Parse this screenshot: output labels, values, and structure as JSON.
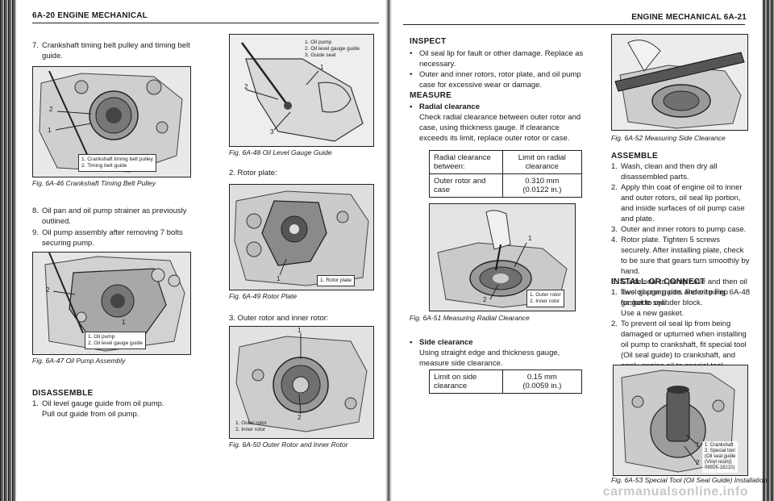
{
  "left_header": "6A-20 ENGINE MECHANICAL",
  "right_header": "ENGINE MECHANICAL 6A-21",
  "step7": {
    "num": "7.",
    "text": "Crankshaft timing belt pulley and timing belt guide."
  },
  "fig46": {
    "caption": "Fig. 6A-46 Crankshaft Timing Belt Pulley",
    "legend": [
      "1. Crankshaft timing belt pulley",
      "2. Timing belt guide"
    ],
    "labels": [
      "1",
      "2"
    ]
  },
  "step8": {
    "num": "8.",
    "text": "Oil pan and oil pump strainer as previously outlined."
  },
  "step9": {
    "num": "9.",
    "text": "Oil pump assembly after removing 7 bolts securing pump."
  },
  "fig47": {
    "caption": "Fig. 6A-47 Oil Pump Assembly",
    "legend": [
      "1. Oil pump",
      "2. Oil level gauge guide"
    ],
    "labels": [
      "1",
      "2"
    ]
  },
  "disassembly": {
    "heading": "DISASSEMBLE",
    "num": "1.",
    "text": "Oil level gauge guide from oil pump.",
    "note": "Pull out guide from oil pump."
  },
  "fig48": {
    "caption": "Fig. 6A-48 Oil Level Gauge Guide",
    "legend": [
      "1. Oil pump",
      "2. Oil level gauge guide",
      "3. Guide seal"
    ],
    "labels": [
      "1",
      "2",
      "3"
    ]
  },
  "step_rotor_plate": "2. Rotor plate:",
  "fig49": {
    "caption": "Fig. 6A-49 Rotor Plate",
    "legend": [
      "1. Rotor plate"
    ],
    "labels": [
      "1"
    ]
  },
  "step_outer_inner": "3. Outer rotor and inner rotor:",
  "fig50": {
    "caption": "Fig. 6A-50 Outer Rotor and Inner Rotor",
    "legend": [
      "1. Outer rotor",
      "2. Inner rotor"
    ],
    "labels": [
      "1",
      "2"
    ]
  },
  "inspect": {
    "heading": "INSPECT",
    "bullets": [
      "Oil seal lip for fault or other damage. Replace as necessary.",
      "Outer and inner rotors, rotor plate, and oil pump case for excessive wear or damage."
    ]
  },
  "measure": {
    "heading": "MEASURE",
    "radial_title": "Radial clearance",
    "radial_text": "Check radial clearance between outer rotor and case, using thickness gauge. If clearance exceeds its limit, replace outer rotor or case.",
    "table1": {
      "h1": "Radial clearance between:",
      "h2": "Limit on radial clearance",
      "r1": "Outer rotor and case",
      "r2a": "0.310 mm",
      "r2b": "(0.0122 in.)"
    },
    "side_title": "Side clearance",
    "side_text": "Using straight edge and thickness gauge, measure side clearance.",
    "table2": {
      "c1": "Limit on side clearance",
      "c2a": "0.15 mm",
      "c2b": "(0.0059 in.)"
    }
  },
  "fig51": {
    "caption": "Fig. 6A-51 Measuring Radial Clearance",
    "legend": [
      "1. Outer rotor",
      "2. Inner rotor"
    ],
    "labels": [
      "1",
      "2"
    ]
  },
  "fig52": {
    "caption": "Fig. 6A-52 Measuring Side Clearance"
  },
  "assemble": {
    "heading": "ASSEMBLE",
    "steps": [
      {
        "num": "1.",
        "text": "Wash, clean and then dry all disassembled parts."
      },
      {
        "num": "2.",
        "text": "Apply thin coat of engine oil to inner and outer rotors, oil seal lip portion, and inside surfaces of oil pump case and plate."
      },
      {
        "num": "3.",
        "text": "Outer and inner rotors to pump case."
      },
      {
        "num": "4.",
        "text": "Rotor plate. Tighten 5 screws securely. After installing plate, check to be sure that gears turn smoothly by hand."
      },
      {
        "num": "5.",
        "text": "Guide seal to pump case and then oil level gauge guide. Refer to Fig. 6A-48 for guide seal."
      }
    ]
  },
  "install": {
    "heading": "INSTALL OR CONNECT",
    "s1num": "1.",
    "s1": "Two oil pump pins and oil pump gasket to cylinder block.",
    "s1note": "Use a new gasket.",
    "s2num": "2.",
    "s2": "To prevent oil seal lip from being damaged or upturned when installing oil pump to crankshaft, fit special tool (Oil seal guide) to crankshaft, and apply engine oil to special tool."
  },
  "fig53": {
    "caption": "Fig. 6A-53 Special Tool (Oil Seal Guide) Installation",
    "legend": [
      "1. Crankshaft",
      "2. Special tool",
      "(Oil seal guide",
      "(Vinyl resin))",
      "09926-18210)"
    ],
    "labels": [
      "1",
      "2"
    ]
  },
  "watermark": "carmanualsonline.info"
}
